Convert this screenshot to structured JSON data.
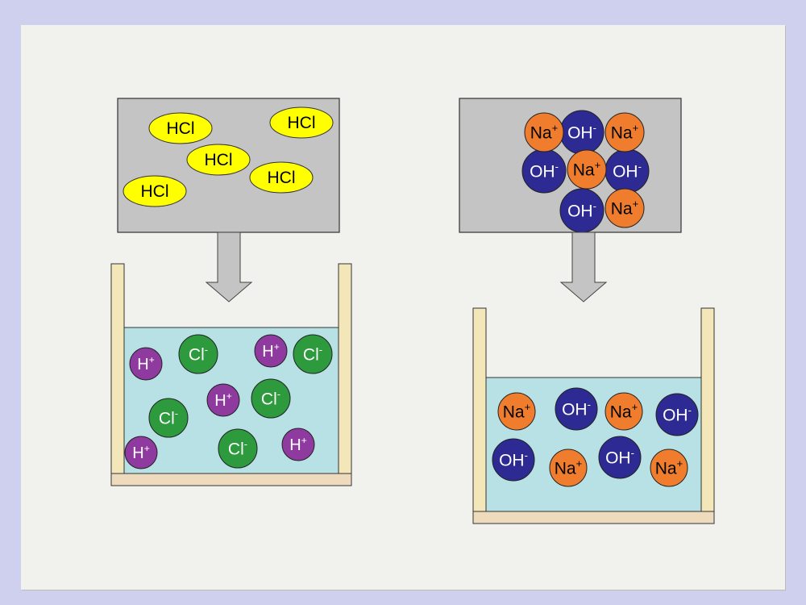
{
  "left_panel": {
    "molecule_label": "HCl",
    "molecules": [
      "HCl",
      "HCl",
      "HCl",
      "HCl",
      "HCl"
    ]
  },
  "right_panel": {
    "sodium_label": "Na",
    "sodium_charge": "+",
    "hydroxide_label": "OH",
    "hydroxide_charge": "-"
  },
  "left_beaker": {
    "hydrogen_label": "H",
    "hydrogen_charge": "+",
    "chloride_label": "Cl",
    "chloride_charge": "-"
  },
  "right_beaker": {
    "sodium_label": "Na",
    "sodium_charge": "+",
    "hydroxide_label": "OH",
    "hydroxide_charge": "-"
  },
  "colors": {
    "hcl_fill": "#ffff00",
    "panel_fill": "#c4c4c4",
    "water": "#b8e1e6",
    "beaker_wall": "#f3e6b8",
    "beaker_base": "#eedbbd",
    "h_ion": "#8e3a9e",
    "cl_ion": "#2e9a3e",
    "na_ion": "#f07d2e",
    "oh_ion": "#2d2a93"
  }
}
